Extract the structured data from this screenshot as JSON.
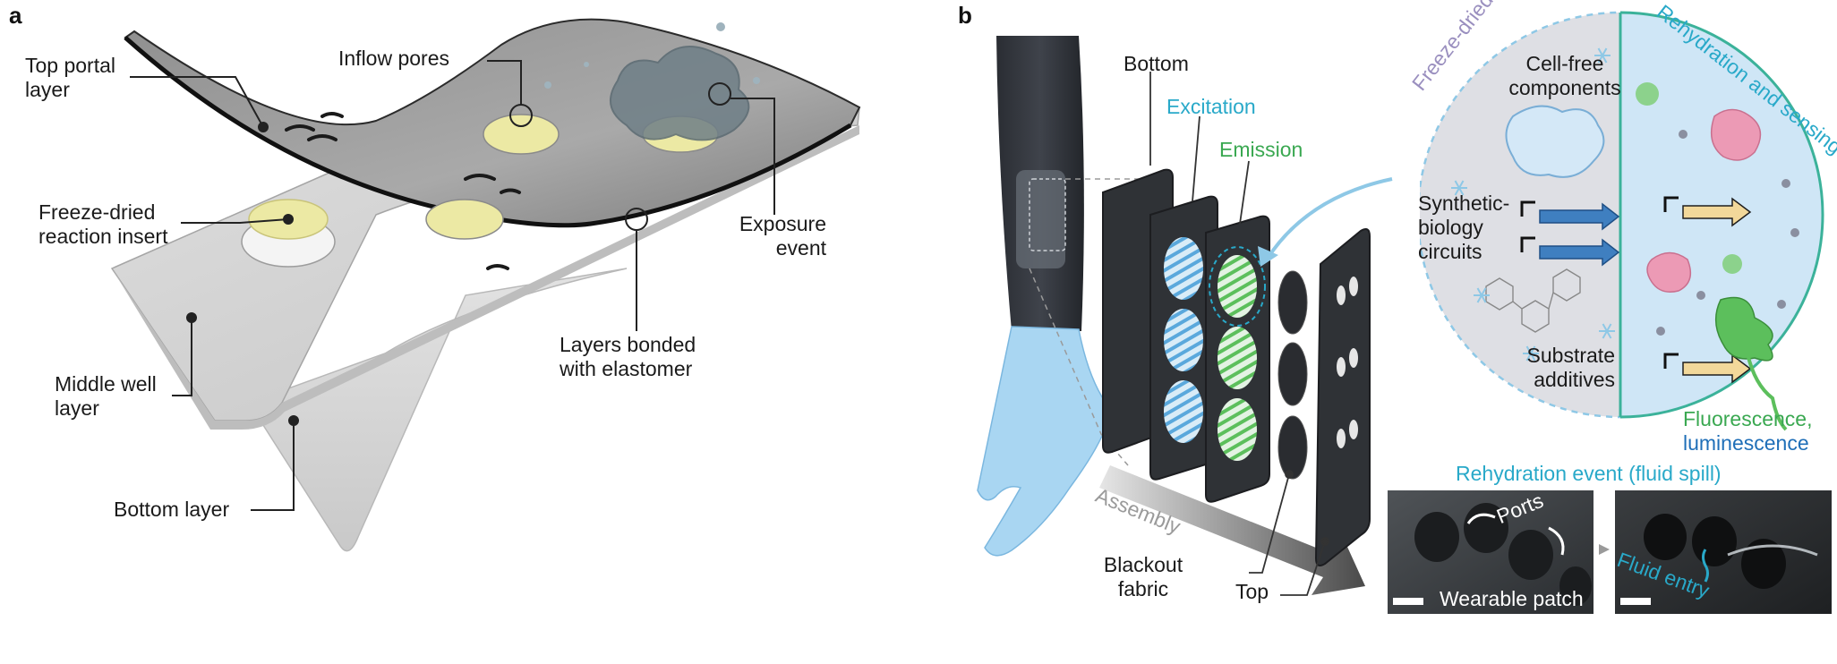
{
  "panel_a": {
    "panel_label": "a",
    "labels": {
      "top_portal_layer": [
        "Top portal",
        "layer"
      ],
      "inflow_pores": "Inflow pores",
      "freeze_dried_insert": [
        "Freeze-dried",
        "reaction insert"
      ],
      "exposure_event": [
        "Exposure",
        "event"
      ],
      "layers_bonded": [
        "Layers bonded",
        "with elastomer"
      ],
      "middle_well_layer": [
        "Middle well",
        "layer"
      ],
      "bottom_layer": "Bottom layer"
    }
  },
  "panel_b": {
    "panel_label": "b",
    "labels": {
      "bottom": "Bottom",
      "excitation": "Excitation",
      "emission": "Emission",
      "assembly": "Assembly",
      "blackout_fabric": [
        "Blackout",
        "fabric"
      ],
      "top": "Top"
    },
    "circle": {
      "left_arc_title": "Freeze-dried in fabric",
      "right_arc_title": "Rehydration and sensing",
      "cell_free_components": [
        "Cell-free",
        "components"
      ],
      "synthetic_biology_circuits": [
        "Synthetic-",
        "biology",
        "circuits"
      ],
      "substrate_additives": [
        "Substrate",
        "additives"
      ],
      "fluorescence": "Fluorescence,",
      "luminescence": "luminescence"
    },
    "photos": {
      "title": "Rehydration event (fluid spill)",
      "ports": "Ports",
      "wearable_patch": "Wearable patch",
      "fluid_entry": "Fluid entry"
    }
  },
  "colors": {
    "cyan": "#29a9c9",
    "green": "#3aa851",
    "blue": "#1f6fb8",
    "purple": "#9a8fbf",
    "pore_yellow": "#ece9a4",
    "glove_blue": "#a9d6f2"
  }
}
